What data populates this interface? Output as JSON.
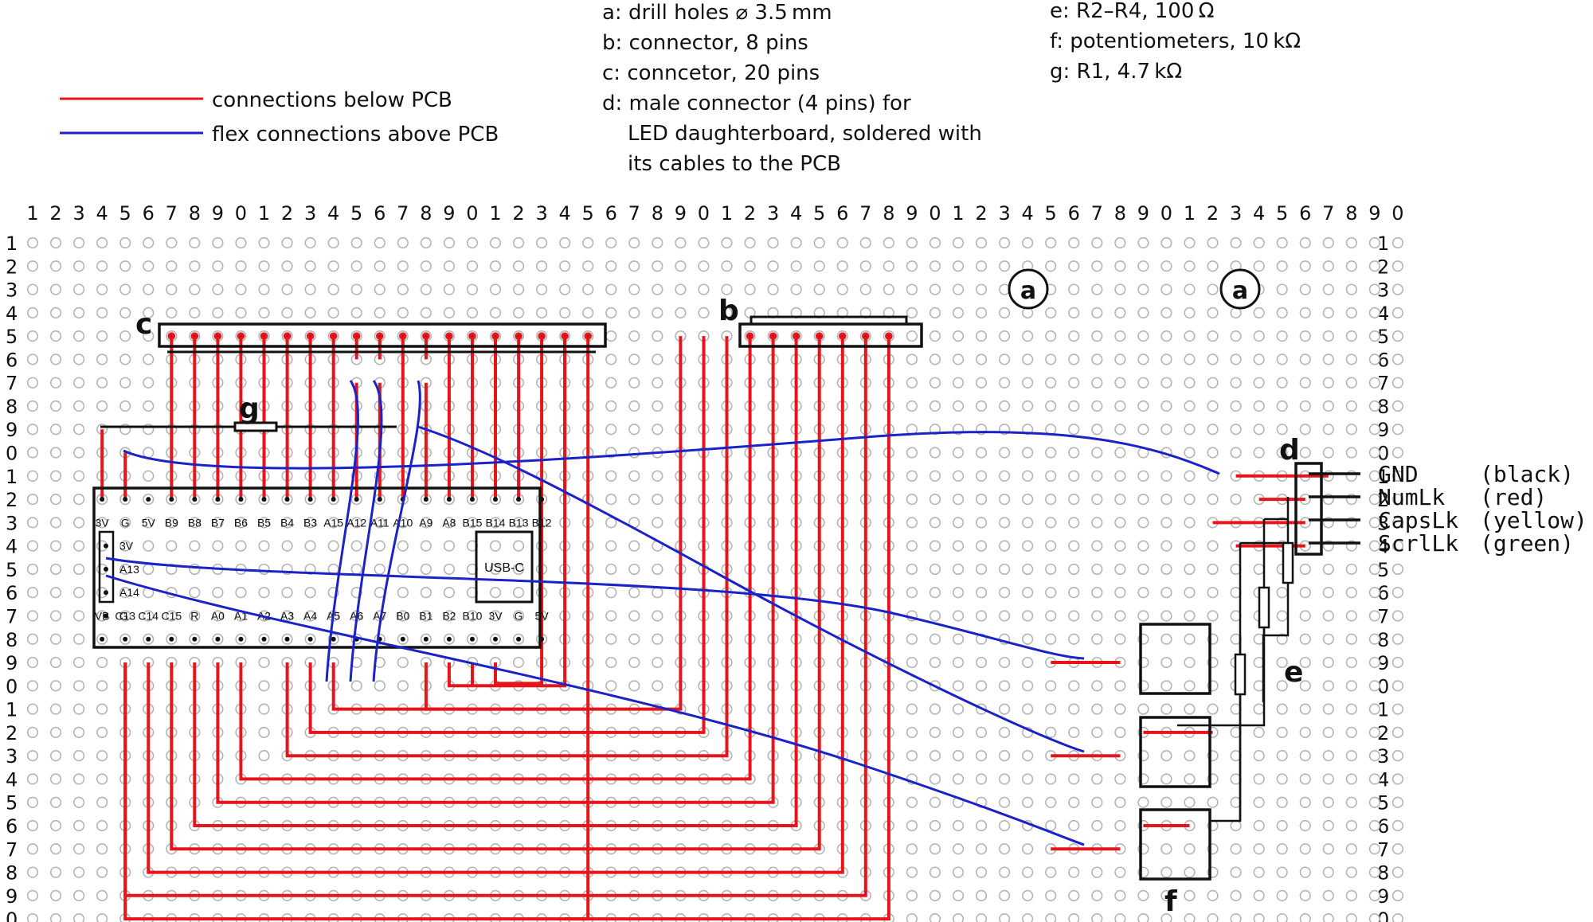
{
  "legend": {
    "red_label": "connections below PCB",
    "blue_label": "flex connections above PCB"
  },
  "notes": {
    "a": "a: drill holes ⌀ 3.5 mm",
    "b": "b: connector, 8 pins",
    "c": "c: conncetor, 20 pins",
    "d1": "d: male connector (4 pins) for",
    "d2": "LED daughterboard, soldered with",
    "d3": "its cables to the PCB",
    "e": "e: R2–R4, 100 Ω",
    "f": "f: potentiometers, 10 kΩ",
    "g": "g: R1, 4.7 kΩ"
  },
  "markers": {
    "a": "a",
    "b": "b",
    "c": "c",
    "d": "d",
    "e": "e",
    "f": "f",
    "g": "g"
  },
  "column_numbers": [
    "1",
    "2",
    "3",
    "4",
    "5",
    "6",
    "7",
    "8",
    "9",
    "0",
    "1",
    "2",
    "3",
    "4",
    "5",
    "6",
    "7",
    "8",
    "9",
    "0",
    "1",
    "2",
    "3",
    "4",
    "5",
    "6",
    "7",
    "8",
    "9",
    "0",
    "1",
    "2",
    "3",
    "4",
    "5",
    "6",
    "7",
    "8",
    "9",
    "0",
    "1",
    "2",
    "3",
    "4",
    "5",
    "6",
    "7",
    "8",
    "9",
    "0",
    "1",
    "2",
    "3",
    "4",
    "5",
    "6",
    "7",
    "8",
    "9",
    "0"
  ],
  "row_numbers": [
    "1",
    "2",
    "3",
    "4",
    "5",
    "6",
    "7",
    "8",
    "9",
    "0",
    "1",
    "2",
    "3",
    "4",
    "5",
    "6",
    "7",
    "8",
    "9",
    "0",
    "1",
    "2",
    "3",
    "4",
    "5",
    "6",
    "7",
    "8",
    "9",
    "0"
  ],
  "mcu": {
    "top_pins": [
      "3V",
      "G",
      "5V",
      "B9",
      "B8",
      "B7",
      "B6",
      "B5",
      "B4",
      "B3",
      "A15",
      "A12",
      "A11",
      "A10",
      "A9",
      "A8",
      "B15",
      "B14",
      "B13",
      "B12"
    ],
    "bottom_pins": [
      "VB",
      "C13",
      "C14",
      "C15",
      "R",
      "A0",
      "A1",
      "A2",
      "A3",
      "A4",
      "A5",
      "A6",
      "A7",
      "B0",
      "B1",
      "B2",
      "B10",
      "3V",
      "G",
      "5V"
    ],
    "side_pins": [
      "3V",
      "A13",
      "A14",
      "G"
    ],
    "usb_label": "USB-C"
  },
  "led_connector": {
    "pins": [
      "GND",
      "NumLk",
      "CapsLk",
      "ScrlLk"
    ],
    "colors": [
      "(black)",
      "(red)",
      "(yellow)",
      "(green)"
    ]
  },
  "colors": {
    "red": "#e8141c",
    "blue": "#1a22c8",
    "outline": "#111111",
    "hole": "#b4b4b4"
  },
  "icons": [
    "drill-hole-marker"
  ]
}
